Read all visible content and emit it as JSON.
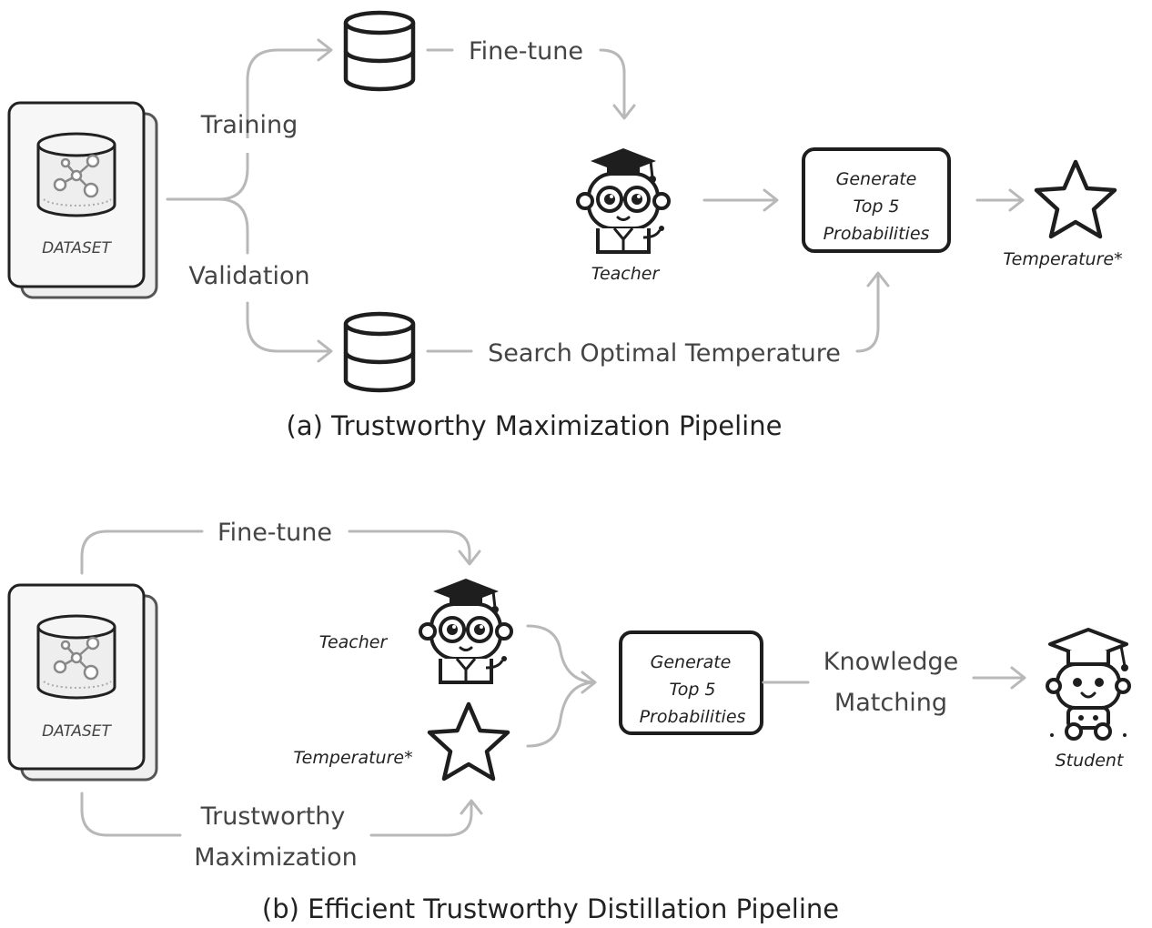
{
  "panel_a": {
    "caption": "(a) Trustworthy Maximization Pipeline",
    "dataset_label": "DATASET",
    "training_label": "Training",
    "validation_label": "Validation",
    "finetune_label": "Fine-tune",
    "search_label": "Search Optimal Temperature",
    "teacher_label": "Teacher",
    "generate_lines": [
      "Generate",
      "Top 5",
      "Probabilities"
    ],
    "temperature_label": "Temperature*"
  },
  "panel_b": {
    "caption": "(b) Efficient Trustworthy Distillation Pipeline",
    "dataset_label": "DATASET",
    "finetune_label": "Fine-tune",
    "teacher_label": "Teacher",
    "temperature_label": "Temperature*",
    "trustworthy_lines": [
      "Trustworthy",
      "Maximization"
    ],
    "generate_lines": [
      "Generate",
      "Top 5",
      "Probabilities"
    ],
    "knowledge_lines": [
      "Knowledge",
      "Matching"
    ],
    "student_label": "Student"
  },
  "icons": [
    "dataset-icon",
    "database-icon",
    "teacher-robot-icon",
    "star-icon",
    "student-robot-icon"
  ],
  "colors": {
    "arrow": "#b8b8b8",
    "outline": "#1e1e1e",
    "text": "#222222"
  }
}
